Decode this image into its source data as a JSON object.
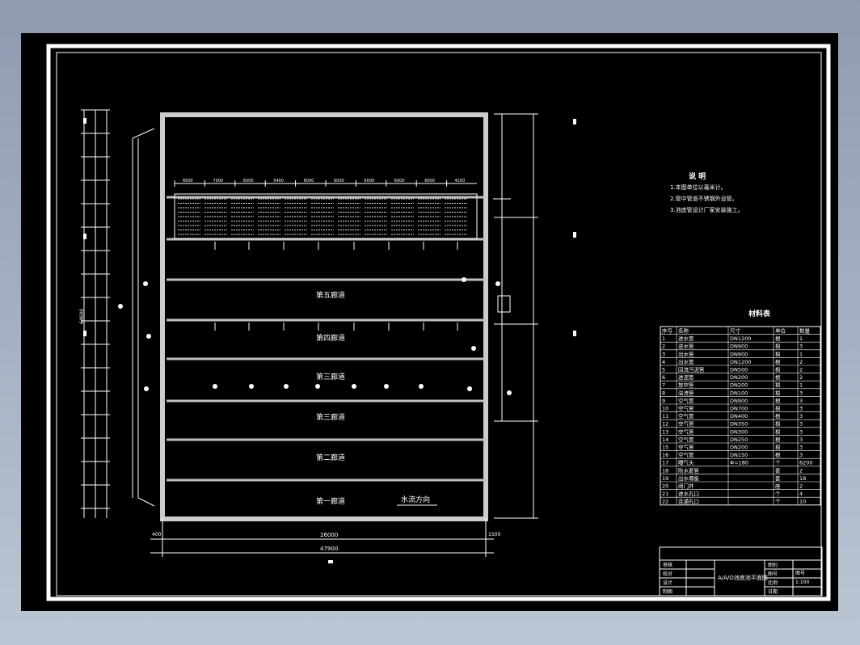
{
  "drawing": {
    "title_block_name": "A/A/O池底池平面图",
    "scale_label": "图号",
    "sheet_label": "1:100"
  },
  "notes": {
    "heading": "说 明",
    "items": [
      "1.本图单位以毫米计。",
      "2.管中管道不锈钢外设管。",
      "3.池底管设计厂家安装施工。"
    ]
  },
  "corridors": [
    "第五廊道",
    "第四廊道",
    "第三廊道",
    "第三廊道",
    "第二廊道",
    "第一廊道"
  ],
  "labels": {
    "flow_direction": "水流方向",
    "overall_width": "47900",
    "inner_width": "26000",
    "total_height": "64600",
    "left_dim_400": "400",
    "left_dim_1500": "1500"
  },
  "top_dims": [
    "6000",
    "7000",
    "6000",
    "5400",
    "6000",
    "6000",
    "6000",
    "6000",
    "6000",
    "4200"
  ],
  "table": {
    "heading": "材料表",
    "columns": [
      "序号",
      "名称",
      "尺寸",
      "单位",
      "数量"
    ],
    "rows": [
      [
        "1",
        "进水管",
        "DN1200",
        "根",
        "1"
      ],
      [
        "2",
        "进水管",
        "DN900",
        "根",
        "3"
      ],
      [
        "3",
        "出水管",
        "DN900",
        "根",
        "1"
      ],
      [
        "4",
        "出水管",
        "DN1200",
        "根",
        "2"
      ],
      [
        "5",
        "回流污泥管",
        "DN500",
        "根",
        "2"
      ],
      [
        "6",
        "进泥管",
        "DN200",
        "根",
        "2"
      ],
      [
        "7",
        "放空管",
        "DN200",
        "根",
        "1"
      ],
      [
        "8",
        "溢流管",
        "DN100",
        "根",
        "3"
      ],
      [
        "9",
        "空气管",
        "DN900",
        "根",
        "3"
      ],
      [
        "10",
        "空气管",
        "DN700",
        "根",
        "3"
      ],
      [
        "11",
        "空气管",
        "DN400",
        "根",
        "3"
      ],
      [
        "12",
        "空气管",
        "DN350",
        "根",
        "3"
      ],
      [
        "13",
        "空气管",
        "DN300",
        "根",
        "3"
      ],
      [
        "14",
        "空气管",
        "DN250",
        "根",
        "3"
      ],
      [
        "15",
        "空气管",
        "DN200",
        "根",
        "3"
      ],
      [
        "16",
        "空气管",
        "DN150",
        "根",
        "3"
      ],
      [
        "17",
        "曝气头",
        "Φ=180",
        "个",
        "6200"
      ],
      [
        "18",
        "防水套管",
        "",
        "套",
        "2"
      ],
      [
        "19",
        "出水堰板",
        "",
        "套",
        "18"
      ],
      [
        "20",
        "阀门井",
        "",
        "座",
        "2"
      ],
      [
        "21",
        "进水孔口",
        "",
        "个",
        "4"
      ],
      [
        "22",
        "连通孔口",
        "",
        "个",
        "10"
      ]
    ]
  },
  "title_rows": [
    "审核",
    "校对",
    "设计",
    "制图"
  ],
  "title_right": [
    "图别",
    "图号",
    "比例",
    "日期"
  ]
}
